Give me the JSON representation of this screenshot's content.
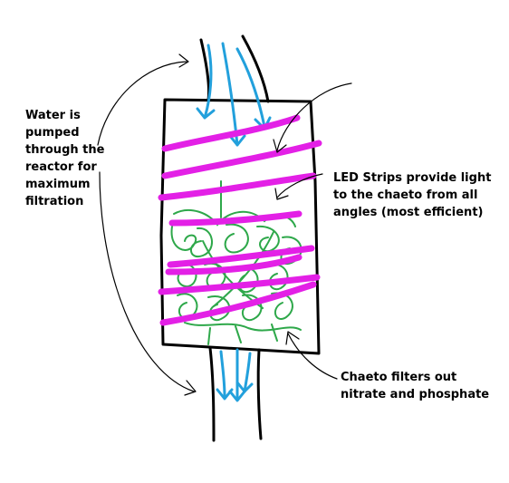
{
  "labels": {
    "water": [
      "Water is",
      "pumped",
      "through the",
      "reactor for",
      "maximum",
      "filtration"
    ],
    "led": [
      "LED Strips provide light",
      "to the chaeto from all",
      "angles (most efficient)"
    ],
    "chaeto": [
      "Chaeto filters out",
      "nitrate and phosphate"
    ]
  },
  "colors": {
    "outline": "#000000",
    "water_flow": "#22a0dc",
    "led_strip": "#e320e6",
    "chaeto": "#2ea84a"
  }
}
